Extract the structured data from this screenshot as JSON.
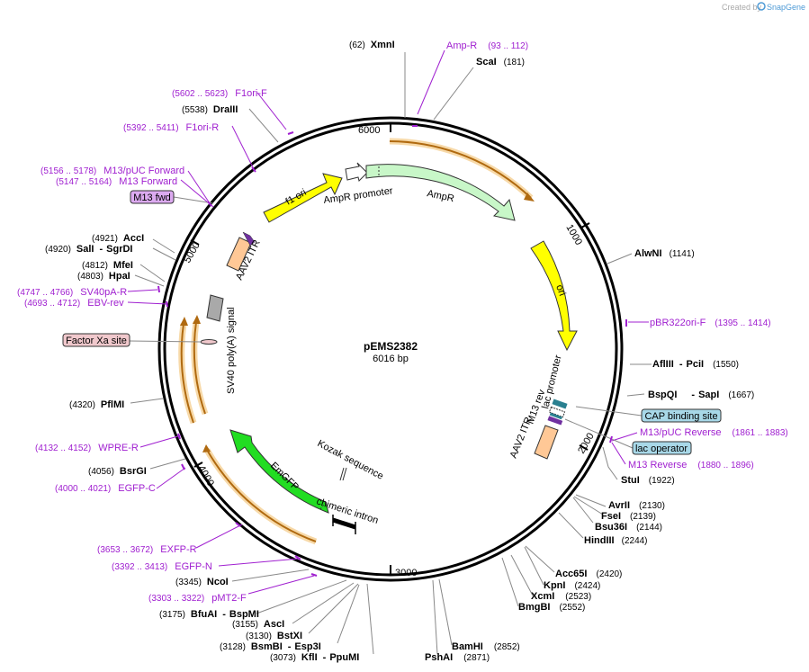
{
  "branding": {
    "prefix": "Created by",
    "app": "SnapGene"
  },
  "plasmid": {
    "name": "pEMS2382",
    "size_label": "6016 bp",
    "length": 6016
  },
  "ticks": [
    "1000",
    "2000",
    "3000",
    "4000",
    "5000",
    "6000"
  ],
  "colors": {
    "primer": "#a020d0",
    "enzyme": "#000000",
    "ampr": "#c8f7c8",
    "ori": "#ffff00",
    "emgfp": "#22dd22",
    "itr": "#ffc896",
    "orf_track": "#f0a830",
    "feature_box_blue": "#a8d8e8",
    "feature_box_purple": "#dcaaf0",
    "feature_box_pink": "#f0c8cc"
  },
  "enzymes": [
    {
      "name": "XmnI",
      "pos": "(62)"
    },
    {
      "name": "ScaI",
      "pos": "(181)"
    },
    {
      "name": "AlwNI",
      "pos": "(1141)"
    },
    {
      "name": "AflIII",
      "name2": "PciI",
      "pos": "(1550)"
    },
    {
      "name": "BspQI",
      "name2": "SapI",
      "pos": "(1667)"
    },
    {
      "name": "StuI",
      "pos": "(1922)"
    },
    {
      "name": "AvrII",
      "pos": "(2130)"
    },
    {
      "name": "FseI",
      "pos": "(2139)"
    },
    {
      "name": "Bsu36I",
      "pos": "(2144)"
    },
    {
      "name": "HindIII",
      "pos": "(2244)"
    },
    {
      "name": "Acc65I",
      "pos": "(2420)"
    },
    {
      "name": "KpnI",
      "pos": "(2424)"
    },
    {
      "name": "XcmI",
      "pos": "(2523)"
    },
    {
      "name": "BmgBI",
      "pos": "(2552)"
    },
    {
      "name": "BamHI",
      "pos": "(2852)"
    },
    {
      "name": "PshAI",
      "pos": "(2871)"
    },
    {
      "name": "KflI",
      "name2": "PpuMI",
      "pos": "(3073)"
    },
    {
      "name": "BsmBI",
      "name2": "Esp3I",
      "pos": "(3128)"
    },
    {
      "name": "BstXI",
      "pos": "(3130)"
    },
    {
      "name": "AscI",
      "pos": "(3155)"
    },
    {
      "name": "BfuAI",
      "name2": "BspMI",
      "pos": "(3175)"
    },
    {
      "name": "NcoI",
      "pos": "(3345)"
    },
    {
      "name": "BsrGI",
      "pos": "(4056)"
    },
    {
      "name": "PflMI",
      "pos": "(4320)"
    },
    {
      "name": "HpaI",
      "pos": "(4803)"
    },
    {
      "name": "MfeI",
      "pos": "(4812)"
    },
    {
      "name": "SalI",
      "name2": "SgrDI",
      "pos": "(4920)"
    },
    {
      "name": "AccI",
      "pos": "(4921)"
    },
    {
      "name": "DraIII",
      "pos": "(5538)"
    }
  ],
  "primers": [
    {
      "name": "Amp-R",
      "range": "(93 .. 112)"
    },
    {
      "name": "pBR322ori-F",
      "range": "(1395 .. 1414)"
    },
    {
      "name": "M13/pUC Reverse",
      "range": "(1861 .. 1883)"
    },
    {
      "name": "M13 Reverse",
      "range": "(1880 .. 1896)"
    },
    {
      "name": "pMT2-F",
      "range": "(3303 .. 3322)"
    },
    {
      "name": "EGFP-N",
      "range": "(3392 .. 3413)"
    },
    {
      "name": "EXFP-R",
      "range": "(3653 .. 3672)"
    },
    {
      "name": "EGFP-C",
      "range": "(4000 .. 4021)"
    },
    {
      "name": "WPRE-R",
      "range": "(4132 .. 4152)"
    },
    {
      "name": "EBV-rev",
      "range": "(4693 .. 4712)"
    },
    {
      "name": "SV40pA-R",
      "range": "(4747 .. 4766)"
    },
    {
      "name": "M13 Forward",
      "range": "(5147 .. 5164)"
    },
    {
      "name": "M13/pUC Forward",
      "range": "(5156 .. 5178)"
    },
    {
      "name": "F1ori-R",
      "range": "(5392 .. 5411)"
    },
    {
      "name": "F1ori-F",
      "range": "(5602 .. 5623)"
    }
  ],
  "feature_boxes": {
    "m13_fwd": "M13 fwd",
    "cap_site": "CAP binding site",
    "lac_operator": "lac operator",
    "factor_xa": "Factor Xa site"
  },
  "features": {
    "f1_ori": "f1 ori",
    "ampr_promoter": "AmpR promoter",
    "ampr": "AmpR",
    "ori": "ori",
    "lac_promoter": "lac promoter",
    "m13_rev": "M13 rev",
    "aav2_itr_right": "AAV2 ITR",
    "aav2_itr_left": "AAV2 ITR",
    "sv40_polya": "SV40 poly(A) signal",
    "kozak": "Kozak sequence",
    "emgfp": "EmGFP",
    "chimeric_intron": "chimeric intron"
  }
}
